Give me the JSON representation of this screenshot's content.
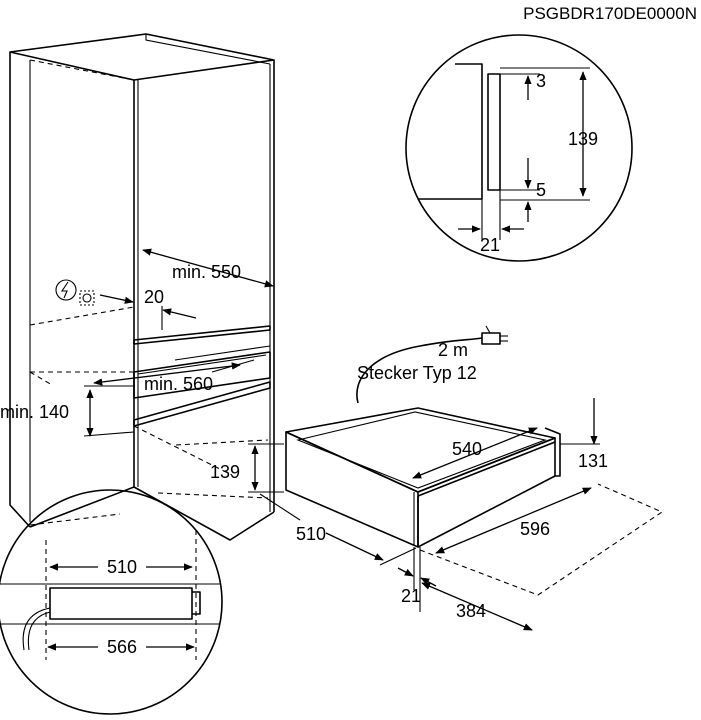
{
  "product_code": "PSGBDR170DE0000N",
  "icons": [
    "power-socket-icon",
    "cable-outlet-icon"
  ],
  "dimensions": {
    "min_550": "min. 550",
    "d_20": "20",
    "min_560": "min. 560",
    "min_140": "min. 140",
    "d_139_main": "139",
    "d_510_main": "510",
    "d_540": "540",
    "d_131": "131",
    "d_596": "596",
    "d_21_main": "21",
    "d_384": "384"
  },
  "cable": {
    "length": "2 m",
    "plug": "Stecker Typ 12"
  },
  "detail_top": {
    "d_3": "3",
    "d_139": "139",
    "d_5": "5",
    "d_21": "21"
  },
  "detail_bottom": {
    "d_510": "510",
    "d_566": "566"
  }
}
